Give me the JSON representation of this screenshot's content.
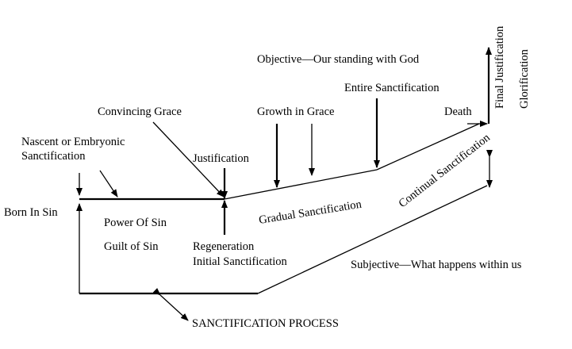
{
  "labels": {
    "objective": "Objective—Our standing with God",
    "entire_sanctification": "Entire Sanctification",
    "convincing_grace": "Convincing Grace",
    "growth_in_grace": "Growth in Grace",
    "death": "Death",
    "final_justification": "Final Justification",
    "glorification": "Glorification",
    "nascent_line1": "Nascent or Embryonic",
    "nascent_line2": "Sanctification",
    "justification": "Justification",
    "born_in_sin": "Born In Sin",
    "power_of_sin": "Power Of Sin",
    "guilt_of_sin": "Guilt of Sin",
    "regeneration": "Regeneration",
    "initial_sanctification": "Initial Sanctification",
    "gradual_sanctification": "Gradual Sanctification",
    "continual_sanctification": "Continual Sanctification",
    "subjective": "Subjective—What happens within us",
    "sanctification_process": "SANCTIFICATION PROCESS"
  }
}
